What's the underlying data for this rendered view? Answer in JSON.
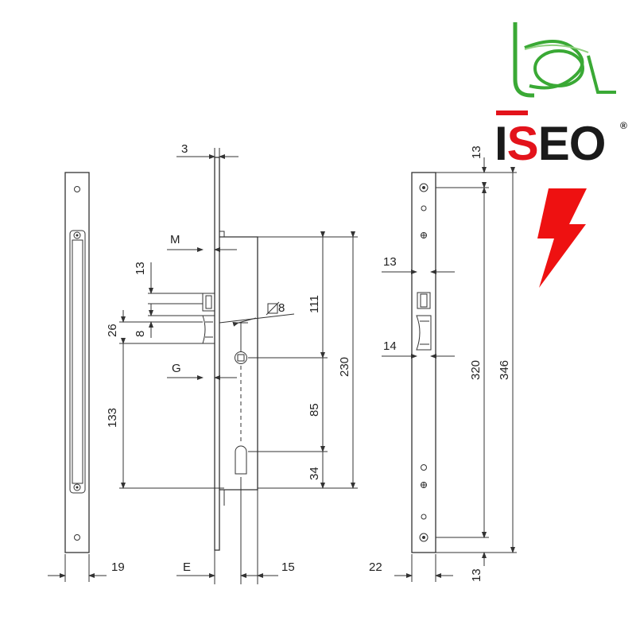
{
  "brand": {
    "name": "ISEO",
    "prefix": "I",
    "accent": "S",
    "suffix": "EO",
    "registered": "®",
    "accent_color": "#e3131b",
    "text_color": "#1a1a1a",
    "bal_logo_color": "#3aa935",
    "bolt_color": "#ee1111"
  },
  "dimensions": {
    "top_plate_thickness": "3",
    "m_label": "M",
    "g_label": "G",
    "e_label": "E",
    "hole_diameter": "8",
    "left_latch_height": "13",
    "left_offset_26": "26",
    "left_offset_8": "8",
    "left_133": "133",
    "mid_111": "111",
    "mid_85": "85",
    "mid_34": "34",
    "mid_230": "230",
    "bottom_19": "19",
    "bottom_15": "15",
    "right_13_latch": "13",
    "right_14": "14",
    "right_22": "22",
    "right_top_13": "13",
    "right_bottom_13": "13",
    "right_320": "320",
    "right_346": "346"
  }
}
